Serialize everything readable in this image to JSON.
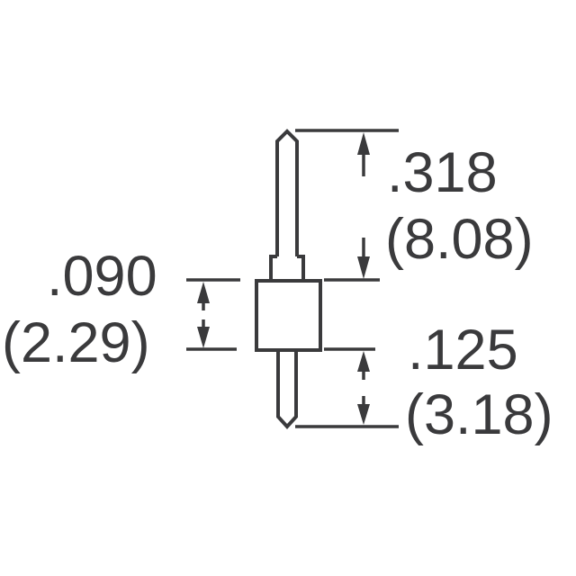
{
  "diagram": {
    "type": "pin-header-dimension-drawing",
    "stroke_color": "#3a3a3c",
    "background": "#ffffff",
    "dimensions": {
      "upper_pin": {
        "inch": ".318",
        "mm": "(8.08)"
      },
      "body": {
        "inch": ".090",
        "mm": "(2.29)"
      },
      "lower_pin": {
        "inch": ".125",
        "mm": "(3.18)"
      }
    }
  }
}
